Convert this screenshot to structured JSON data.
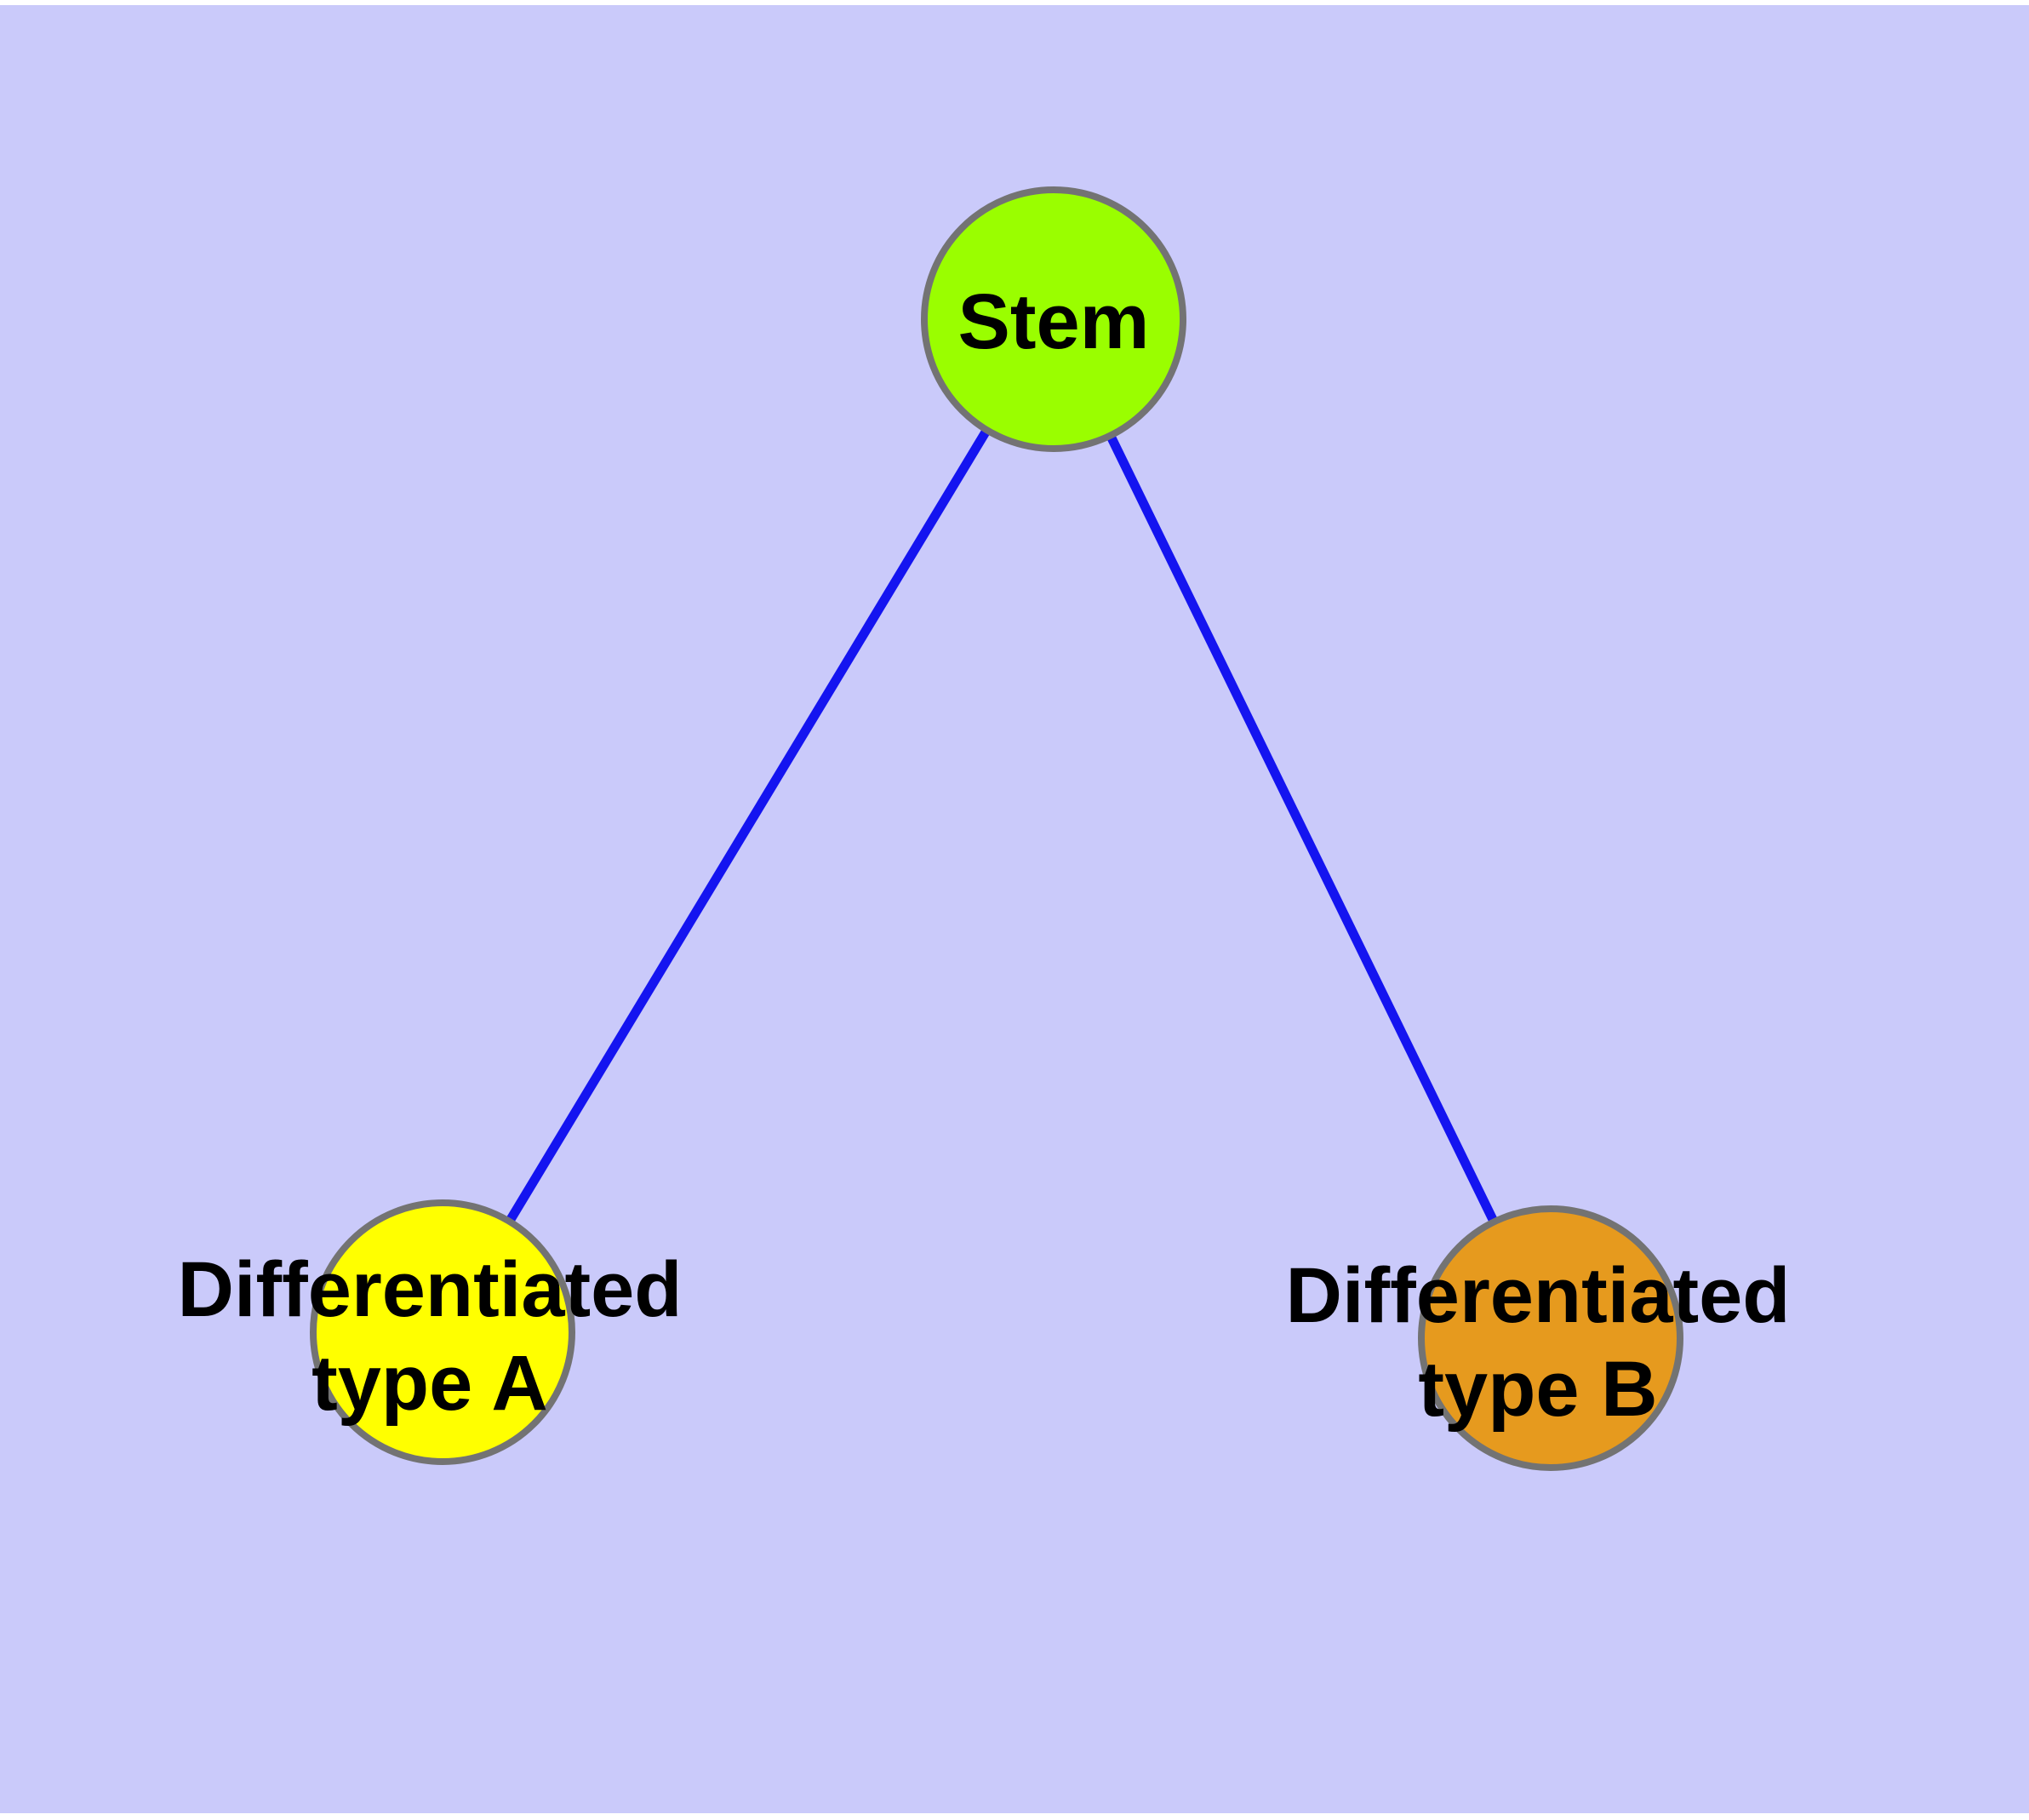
{
  "diagram": {
    "background_color": "#CACAFA",
    "page_margin_color": "#FFFFFF",
    "edge_color": "#1414F0",
    "node_border_color": "#737373",
    "text_color": "#000000",
    "nodes": {
      "stem": {
        "label": "Stem",
        "fill": "#9AFE00"
      },
      "type_a": {
        "label_line1": "Differentiated",
        "label_line2": "type A",
        "fill": "#FFFF00"
      },
      "type_b": {
        "label_line1": "Differentiated",
        "label_line2": "type B",
        "fill": "#E69A1E"
      }
    },
    "edges": [
      {
        "from": "Stem",
        "to": "Differentiated type A"
      },
      {
        "from": "Stem",
        "to": "Differentiated type B"
      }
    ]
  }
}
